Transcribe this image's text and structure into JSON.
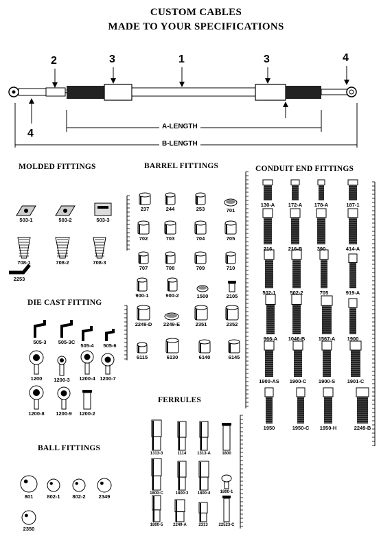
{
  "title": {
    "line1": "CUSTOM CABLES",
    "line2": "MADE TO YOUR SPECIFICATIONS"
  },
  "diagram": {
    "callouts": [
      "1",
      "2",
      "3",
      "3",
      "4",
      "4"
    ],
    "a_length": "A-LENGTH",
    "b_length": "B-LENGTH"
  },
  "sections": {
    "molded": {
      "heading": "MOLDED FITTINGS",
      "items": [
        "503-1",
        "503-2",
        "503-3",
        "708-1",
        "708-2",
        "708-3",
        "2253"
      ]
    },
    "die_cast": {
      "heading": "DIE CAST FITTING",
      "items": [
        "505-3",
        "505-3C",
        "505-4",
        "505-6",
        "1200",
        "1200-3",
        "1200-4",
        "1200-7",
        "1200-8",
        "1200-9",
        "1200-2"
      ]
    },
    "ball": {
      "heading": "BALL FITTINGS",
      "items": [
        "801",
        "802-1",
        "802-2",
        "2349",
        "2350"
      ]
    },
    "barrel": {
      "heading": "BARREL FITTINGS",
      "items": [
        "237",
        "244",
        "253",
        "701",
        "702",
        "703",
        "704",
        "705",
        "707",
        "708",
        "709",
        "710",
        "900-1",
        "900-2",
        "1500",
        "2105",
        "2249-D",
        "2249-E",
        "2351",
        "2352",
        "6115",
        "6130",
        "6140",
        "6145"
      ]
    },
    "ferrules": {
      "heading": "FERRULES",
      "items": [
        "1313-3",
        "1114",
        "1313-A",
        "1800",
        "1800-C",
        "1800-3",
        "1800-4",
        "1800-1",
        "1800-5",
        "2249-A",
        "2313",
        "22523-C"
      ]
    },
    "conduit": {
      "heading": "CONDUIT END FITTINGS",
      "items": [
        "130-A",
        "172-A",
        "178-A",
        "187-1",
        "216",
        "216-B",
        "390",
        "414-A",
        "502-1",
        "502-2",
        "705",
        "919-A",
        "966-A",
        "1046-B",
        "1567-A",
        "1900",
        "1900-AS",
        "1900-C",
        "1900-S",
        "1901-C",
        "1950",
        "1950-C",
        "1950-H",
        "2249-B"
      ]
    }
  }
}
